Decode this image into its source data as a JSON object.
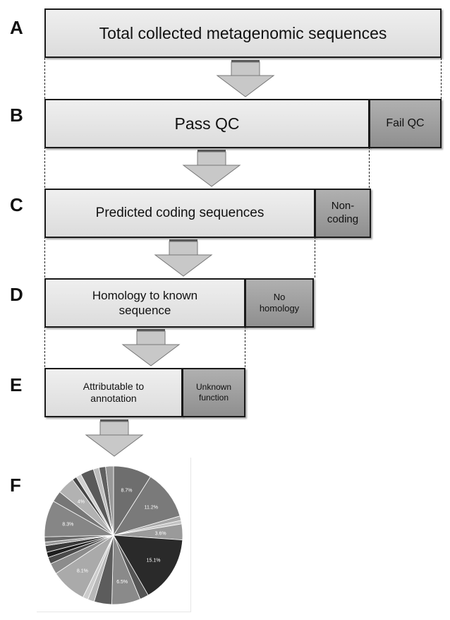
{
  "panels": {
    "a": {
      "letter": "A",
      "main": "Total collected metagenomic sequences"
    },
    "b": {
      "letter": "B",
      "main": "Pass QC",
      "side": "Fail QC"
    },
    "c": {
      "letter": "C",
      "main": "Predicted coding sequences",
      "side": "Non-coding"
    },
    "d": {
      "letter": "D",
      "main": "Homology to known sequence",
      "side": "No homology"
    },
    "e": {
      "letter": "E",
      "main": "Attributable to annotation",
      "side": "Unknown function"
    },
    "f": {
      "letter": "F"
    }
  },
  "colors": {
    "main_box": "#e3e3e3",
    "side_box": "#9e9e9e",
    "arrow": "#c8c8c8"
  },
  "chart_data": {
    "type": "pie",
    "title": "",
    "slices": [
      {
        "label": "8.7%",
        "value": 8.7,
        "color": "#6e6e6e"
      },
      {
        "label": "11.2%",
        "value": 11.2,
        "color": "#7a7a7a"
      },
      {
        "label": "",
        "value": 1.0,
        "color": "#a8a8a8"
      },
      {
        "label": "",
        "value": 0.8,
        "color": "#c4c4c4"
      },
      {
        "label": "3.6%",
        "value": 3.6,
        "color": "#9a9a9a"
      },
      {
        "label": "15.1%",
        "value": 15.1,
        "color": "#2a2a2a"
      },
      {
        "label": "",
        "value": 2.0,
        "color": "#555555"
      },
      {
        "label": "6.5%",
        "value": 6.5,
        "color": "#8a8a8a"
      },
      {
        "label": "",
        "value": 4.0,
        "color": "#5c5c5c"
      },
      {
        "label": "",
        "value": 1.5,
        "color": "#b8b8b8"
      },
      {
        "label": "",
        "value": 1.2,
        "color": "#cccccc"
      },
      {
        "label": "8.1%",
        "value": 8.1,
        "color": "#aaaaaa"
      },
      {
        "label": "",
        "value": 2.5,
        "color": "#8c8c8c"
      },
      {
        "label": "",
        "value": 1.5,
        "color": "#4a4a4a"
      },
      {
        "label": "",
        "value": 1.2,
        "color": "#1e1e1e"
      },
      {
        "label": "",
        "value": 1.5,
        "color": "#3a3a3a"
      },
      {
        "label": "",
        "value": 0.8,
        "color": "#9c9c9c"
      },
      {
        "label": "",
        "value": 1.2,
        "color": "#6a6a6a"
      },
      {
        "label": "8.3%",
        "value": 8.3,
        "color": "#868686"
      },
      {
        "label": "",
        "value": 2.5,
        "color": "#777777"
      },
      {
        "label": "4%",
        "value": 4.0,
        "color": "#b2b2b2"
      },
      {
        "label": "",
        "value": 1.0,
        "color": "#464646"
      },
      {
        "label": "",
        "value": 1.2,
        "color": "#d0d0d0"
      },
      {
        "label": "",
        "value": 3.0,
        "color": "#5a5a5a"
      },
      {
        "label": "",
        "value": 1.3,
        "color": "#bdbdbd"
      },
      {
        "label": "",
        "value": 1.5,
        "color": "#606060"
      },
      {
        "label": "",
        "value": 1.8,
        "color": "#999999"
      }
    ]
  }
}
